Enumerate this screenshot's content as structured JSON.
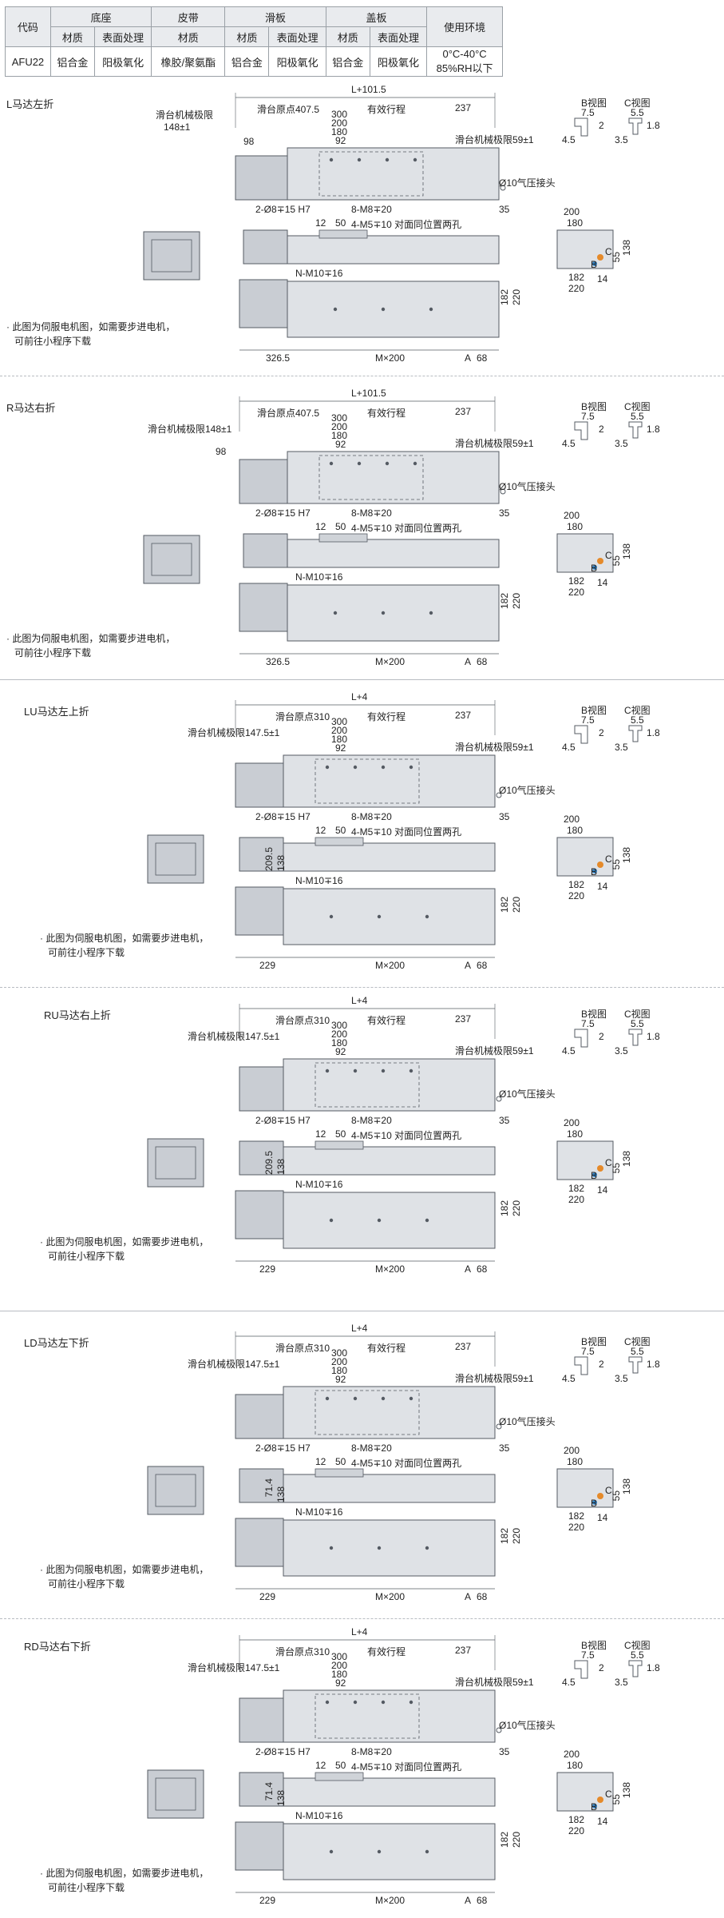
{
  "table": {
    "header_row1": [
      "代码",
      "底座",
      "皮带",
      "滑板",
      "盖板",
      "使用环境"
    ],
    "header_row2": [
      "材质",
      "表面处理",
      "材质",
      "材质",
      "表面处理",
      "材质",
      "表面处理"
    ],
    "row": {
      "code": "AFU22",
      "base_material": "铝合金",
      "base_surface": "阳极氧化",
      "belt_material": "橡胶/聚氨酯",
      "slide_material": "铝合金",
      "slide_surface": "阳极氧化",
      "cover_material": "铝合金",
      "cover_surface": "阳极氧化",
      "env_line1": "0°C-40°C",
      "env_line2": "85%RH以下"
    }
  },
  "colors": {
    "outline": "#555b63",
    "body_fill": "#dfe2e6",
    "motor_fill": "#c9cdd3",
    "accent_orange": "#e58a2a",
    "accent_blue": "#2f7fc1"
  },
  "sections": [
    {
      "title": "L马达左折",
      "L": "L+101.5",
      "origin": "滑台原点407.5",
      "stroke": "有效行程",
      "d237": "237",
      "limit_left": "滑台机械极限",
      "limit_left_val": "148±1",
      "limit_right": "滑台机械极限59±1",
      "d98": "98",
      "d300": "300",
      "d200": "200",
      "d180": "180",
      "d92": "92",
      "pin": "2-Ø8∓15 H7",
      "m8": "8-M8∓20",
      "air": "Ø10气压接头",
      "d35": "35",
      "d12": "12",
      "d50": "50",
      "m5": "4-M5∓10 对面同位置两孔",
      "m10": "N-M10∓16",
      "d182": "182",
      "d220": "220",
      "left_offset": "326.5",
      "pitch": "M×200",
      "markA": "A",
      "d68": "68",
      "bview": "B视图",
      "cview": "C视图",
      "d7_5": "7.5",
      "d2": "2",
      "d4_5": "4.5",
      "d5_5": "5.5",
      "d1_8": "1.8",
      "d3_5": "3.5",
      "e200": "200",
      "e180": "180",
      "e182": "182",
      "e220": "220",
      "e138": "138",
      "e55": "55",
      "e14": "14",
      "eB": "B",
      "eC": "C",
      "h1": "",
      "h2": "",
      "note1": "· 此图为伺服电机图，如需要步进电机，",
      "note2": "可前往小程序下载"
    },
    {
      "title": "R马达右折",
      "L": "L+101.5",
      "origin": "滑台原点407.5",
      "stroke": "有效行程",
      "d237": "237",
      "limit_left": "滑台机械极限148±1",
      "limit_left_val": "",
      "limit_right": "滑台机械极限59±1",
      "d98": "98",
      "d300": "300",
      "d200": "200",
      "d180": "180",
      "d92": "92",
      "pin": "2-Ø8∓15 H7",
      "m8": "8-M8∓20",
      "air": "Ø10气压接头",
      "d35": "35",
      "d12": "12",
      "d50": "50",
      "m5": "4-M5∓10 对面同位置两孔",
      "m10": "N-M10∓16",
      "d182": "182",
      "d220": "220",
      "left_offset": "326.5",
      "pitch": "M×200",
      "markA": "A",
      "d68": "68",
      "bview": "B视图",
      "cview": "C视图",
      "d7_5": "7.5",
      "d2": "2",
      "d4_5": "4.5",
      "d5_5": "5.5",
      "d1_8": "1.8",
      "d3_5": "3.5",
      "e200": "200",
      "e180": "180",
      "e182": "182",
      "e220": "220",
      "e138": "138",
      "e55": "55",
      "e14": "14",
      "eB": "B",
      "eC": "C",
      "h1": "",
      "h2": "",
      "note1": "· 此图为伺服电机图，如需要步进电机，",
      "note2": "可前往小程序下载"
    },
    {
      "title": "LU马达左上折",
      "L": "L+4",
      "origin": "滑台原点310",
      "stroke": "有效行程",
      "d237": "237",
      "limit_left": "滑台机械极限147.5±1",
      "limit_left_val": "",
      "limit_right": "滑台机械极限59±1",
      "d98": "",
      "d300": "300",
      "d200": "200",
      "d180": "180",
      "d92": "92",
      "pin": "2-Ø8∓15 H7",
      "m8": "8-M8∓20",
      "air": "Ø10气压接头",
      "d35": "35",
      "d12": "12",
      "d50": "50",
      "m5": "4-M5∓10 对面同位置两孔",
      "m10": "N-M10∓16",
      "d182": "182",
      "d220": "220",
      "left_offset": "229",
      "pitch": "M×200",
      "markA": "A",
      "d68": "68",
      "bview": "B视图",
      "cview": "C视图",
      "d7_5": "7.5",
      "d2": "2",
      "d4_5": "4.5",
      "d5_5": "5.5",
      "d1_8": "1.8",
      "d3_5": "3.5",
      "e200": "200",
      "e180": "180",
      "e182": "182",
      "e220": "220",
      "e138": "138",
      "e55": "55",
      "e14": "14",
      "eB": "B",
      "eC": "C",
      "h1": "209.5",
      "h2": "138",
      "note1": "· 此图为伺服电机图，如需要步进电机，",
      "note2": "可前往小程序下载"
    },
    {
      "title": "RU马达右上折",
      "L": "L+4",
      "origin": "滑台原点310",
      "stroke": "有效行程",
      "d237": "237",
      "limit_left": "滑台机械极限147.5±1",
      "limit_left_val": "",
      "limit_right": "滑台机械极限59±1",
      "d98": "",
      "d300": "300",
      "d200": "200",
      "d180": "180",
      "d92": "92",
      "pin": "2-Ø8∓15 H7",
      "m8": "8-M8∓20",
      "air": "Ø10气压接头",
      "d35": "35",
      "d12": "12",
      "d50": "50",
      "m5": "4-M5∓10 对面同位置两孔",
      "m10": "N-M10∓16",
      "d182": "182",
      "d220": "220",
      "left_offset": "229",
      "pitch": "M×200",
      "markA": "A",
      "d68": "68",
      "bview": "B视图",
      "cview": "C视图",
      "d7_5": "7.5",
      "d2": "2",
      "d4_5": "4.5",
      "d5_5": "5.5",
      "d1_8": "1.8",
      "d3_5": "3.5",
      "e200": "200",
      "e180": "180",
      "e182": "182",
      "e220": "220",
      "e138": "138",
      "e55": "55",
      "e14": "14",
      "eB": "B",
      "eC": "C",
      "h1": "209.5",
      "h2": "138",
      "note1": "· 此图为伺服电机图，如需要步进电机，",
      "note2": "可前往小程序下载"
    },
    {
      "title": "LD马达左下折",
      "L": "L+4",
      "origin": "滑台原点310",
      "stroke": "有效行程",
      "d237": "237",
      "limit_left": "滑台机械极限147.5±1",
      "limit_left_val": "",
      "limit_right": "滑台机械极限59±1",
      "d98": "",
      "d300": "300",
      "d200": "200",
      "d180": "180",
      "d92": "92",
      "pin": "2-Ø8∓15 H7",
      "m8": "8-M8∓20",
      "air": "Ø10气压接头",
      "d35": "35",
      "d12": "12",
      "d50": "50",
      "m5": "4-M5∓10 对面同位置两孔",
      "m10": "N-M10∓16",
      "d182": "182",
      "d220": "220",
      "left_offset": "229",
      "pitch": "M×200",
      "markA": "A",
      "d68": "68",
      "bview": "B视图",
      "cview": "C视图",
      "d7_5": "7.5",
      "d2": "2",
      "d4_5": "4.5",
      "d5_5": "5.5",
      "d1_8": "1.8",
      "d3_5": "3.5",
      "e200": "200",
      "e180": "180",
      "e182": "182",
      "e220": "220",
      "e138": "138",
      "e55": "55",
      "e14": "14",
      "eB": "B",
      "eC": "C",
      "h1": "71.4",
      "h2": "138",
      "note1": "· 此图为伺服电机图，如需要步进电机，",
      "note2": "可前往小程序下载"
    },
    {
      "title": "RD马达右下折",
      "L": "L+4",
      "origin": "滑台原点310",
      "stroke": "有效行程",
      "d237": "237",
      "limit_left": "滑台机械极限147.5±1",
      "limit_left_val": "",
      "limit_right": "滑台机械极限59±1",
      "d98": "",
      "d300": "300",
      "d200": "200",
      "d180": "180",
      "d92": "92",
      "pin": "2-Ø8∓15 H7",
      "m8": "8-M8∓20",
      "air": "Ø10气压接头",
      "d35": "35",
      "d12": "12",
      "d50": "50",
      "m5": "4-M5∓10 对面同位置两孔",
      "m10": "N-M10∓16",
      "d182": "182",
      "d220": "220",
      "left_offset": "229",
      "pitch": "M×200",
      "markA": "A",
      "d68": "68",
      "bview": "B视图",
      "cview": "C视图",
      "d7_5": "7.5",
      "d2": "2",
      "d4_5": "4.5",
      "d5_5": "5.5",
      "d1_8": "1.8",
      "d3_5": "3.5",
      "e200": "200",
      "e180": "180",
      "e182": "182",
      "e220": "220",
      "e138": "138",
      "e55": "55",
      "e14": "14",
      "eB": "B",
      "eC": "C",
      "h1": "71.4",
      "h2": "138",
      "note1": "· 此图为伺服电机图，如需要步进电机，",
      "note2": "可前往小程序下载"
    }
  ]
}
